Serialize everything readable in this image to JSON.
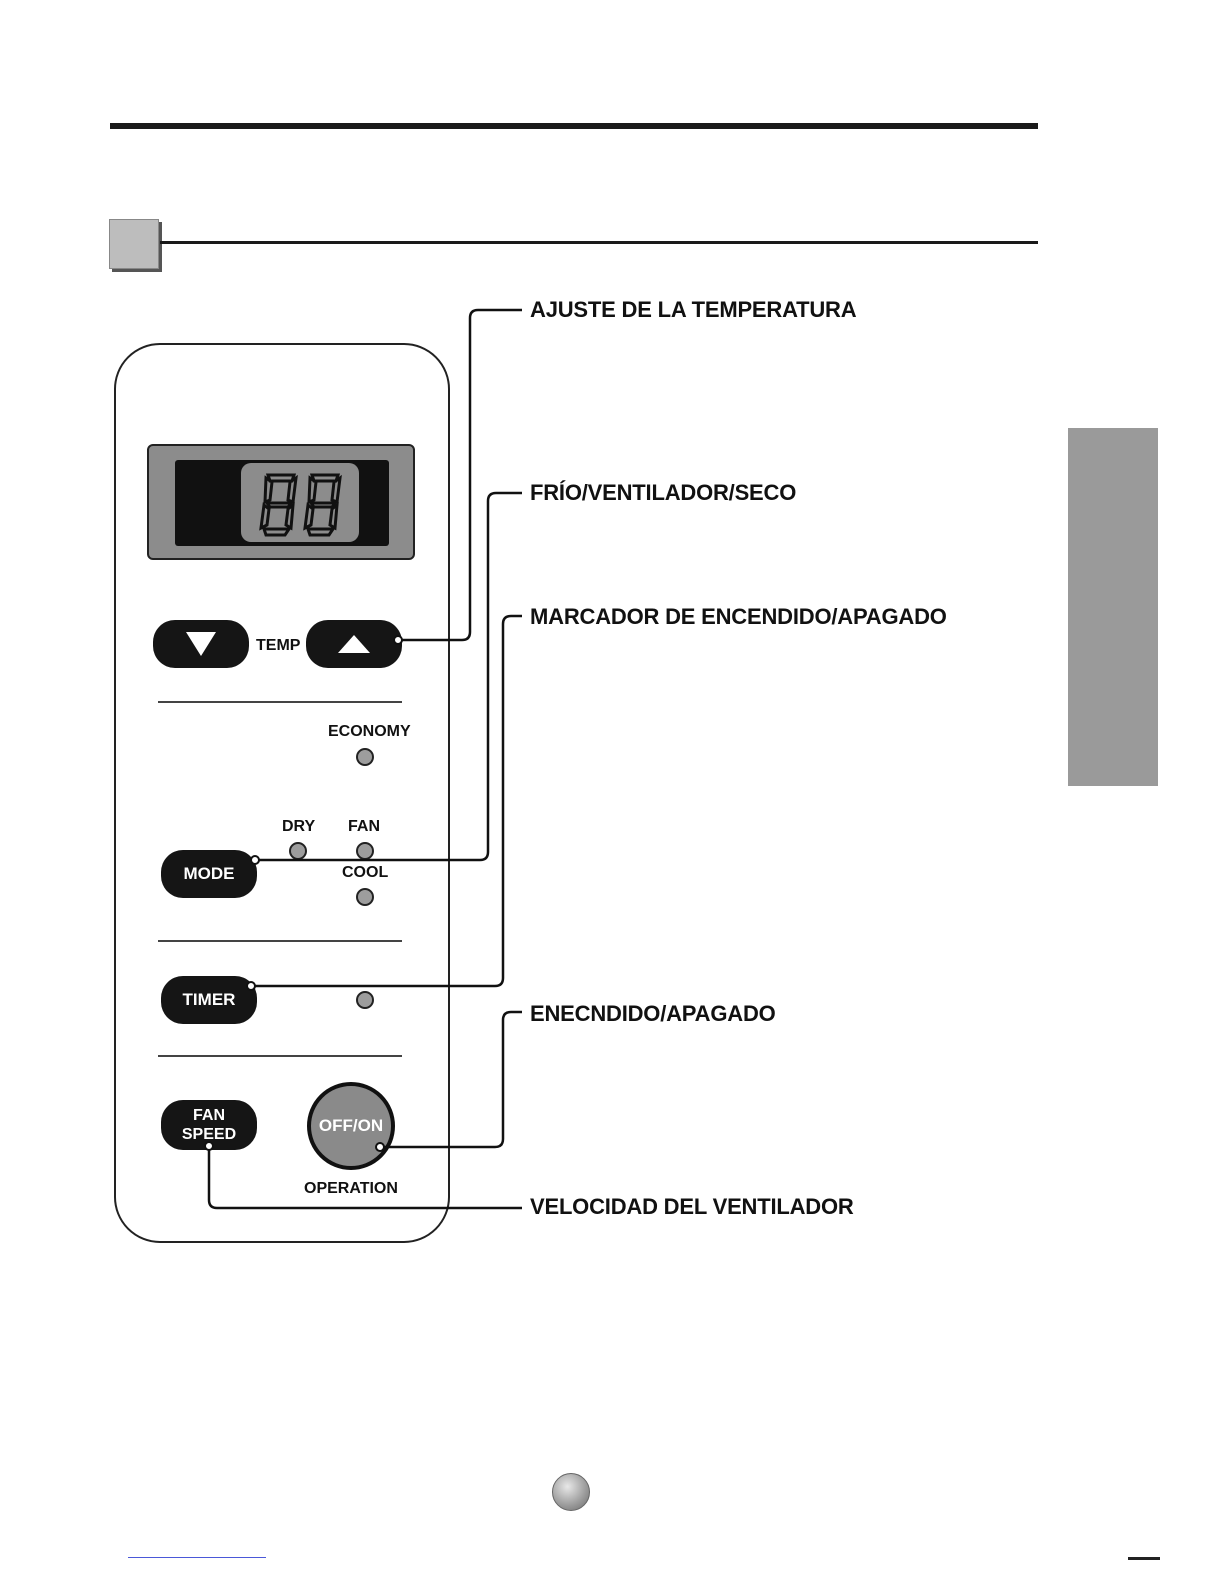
{
  "panel": {
    "temp_label": "TEMP",
    "economy_label": "ECONOMY",
    "dry_label": "DRY",
    "fan_label": "FAN",
    "cool_label": "COOL",
    "mode_label": "MODE",
    "timer_label": "TIMER",
    "fan_speed_label_1": "FAN",
    "fan_speed_label_2": "SPEED",
    "offon_label": "OFF/ON",
    "operation_label": "OPERATION"
  },
  "callouts": {
    "temperature": "AJUSTE DE LA TEMPERATURA",
    "mode": "FRÍO/VENTILADOR/SECO",
    "timer": "MARCADOR DE ENCENDIDO/APAGADO",
    "power": "ENECNDIDO/APAGADO",
    "fan_speed": "VELOCIDAD DEL VENTILADOR"
  },
  "colors": {
    "button": "#151515",
    "display": "#8c8c8c",
    "side_tab": "#9a9a9a"
  }
}
